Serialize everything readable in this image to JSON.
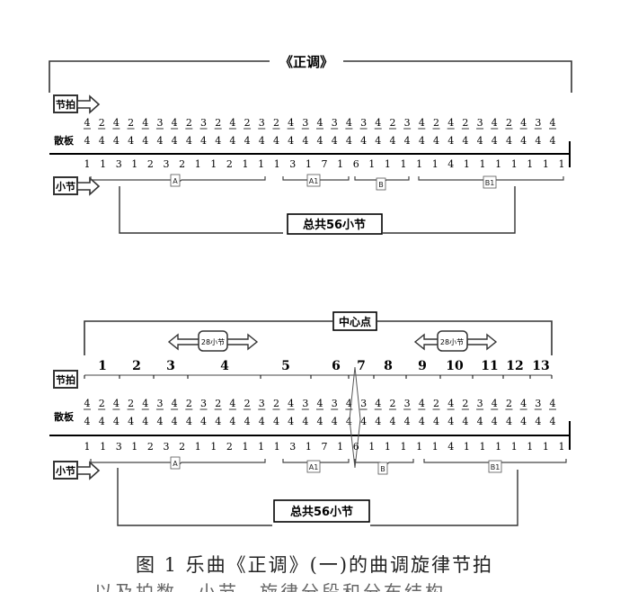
{
  "title_zhengdiao": "《正调》",
  "label_jiepai": "节拍",
  "label_sanban": "散板",
  "label_xiaojie": "小节",
  "total_label": "总共56小节",
  "center_label": "中心点",
  "half_label": "28小节",
  "numerators": [
    "4",
    "2",
    "4",
    "2",
    "4",
    "3",
    "4",
    "2",
    "3",
    "2",
    "4",
    "2",
    "3",
    "2",
    "4",
    "3",
    "4",
    "3",
    "4",
    "3",
    "4",
    "2",
    "3",
    "4",
    "2",
    "4",
    "2",
    "3",
    "4",
    "2",
    "4",
    "3",
    "4"
  ],
  "denominators": [
    "4",
    "4",
    "4",
    "4",
    "4",
    "4",
    "4",
    "4",
    "4",
    "4",
    "4",
    "4",
    "4",
    "4",
    "4",
    "4",
    "4",
    "4",
    "4",
    "4",
    "4",
    "4",
    "4",
    "4",
    "4",
    "4",
    "4",
    "4",
    "4",
    "4",
    "4",
    "4",
    "4"
  ],
  "bar_counts": [
    "1",
    "1",
    "3",
    "1",
    "2",
    "3",
    "2",
    "1",
    "1",
    "2",
    "1",
    "1",
    "1",
    "3",
    "1",
    "7",
    "1",
    "6",
    "1",
    "1",
    "1",
    "1",
    "1",
    "4",
    "1",
    "1",
    "1",
    "1",
    "1",
    "1",
    "1"
  ],
  "sections": [
    "A",
    "A1",
    "B",
    "B1"
  ],
  "segment_numbers": [
    "1",
    "2",
    "3",
    "4",
    "5",
    "6",
    "7",
    "8",
    "9",
    "10",
    "11",
    "12",
    "13"
  ],
  "caption": "图 1  乐曲《正调》(一)的曲调旋律节拍",
  "caption_cut": "以及拍数、小节、旋律分段和分布结构"
}
